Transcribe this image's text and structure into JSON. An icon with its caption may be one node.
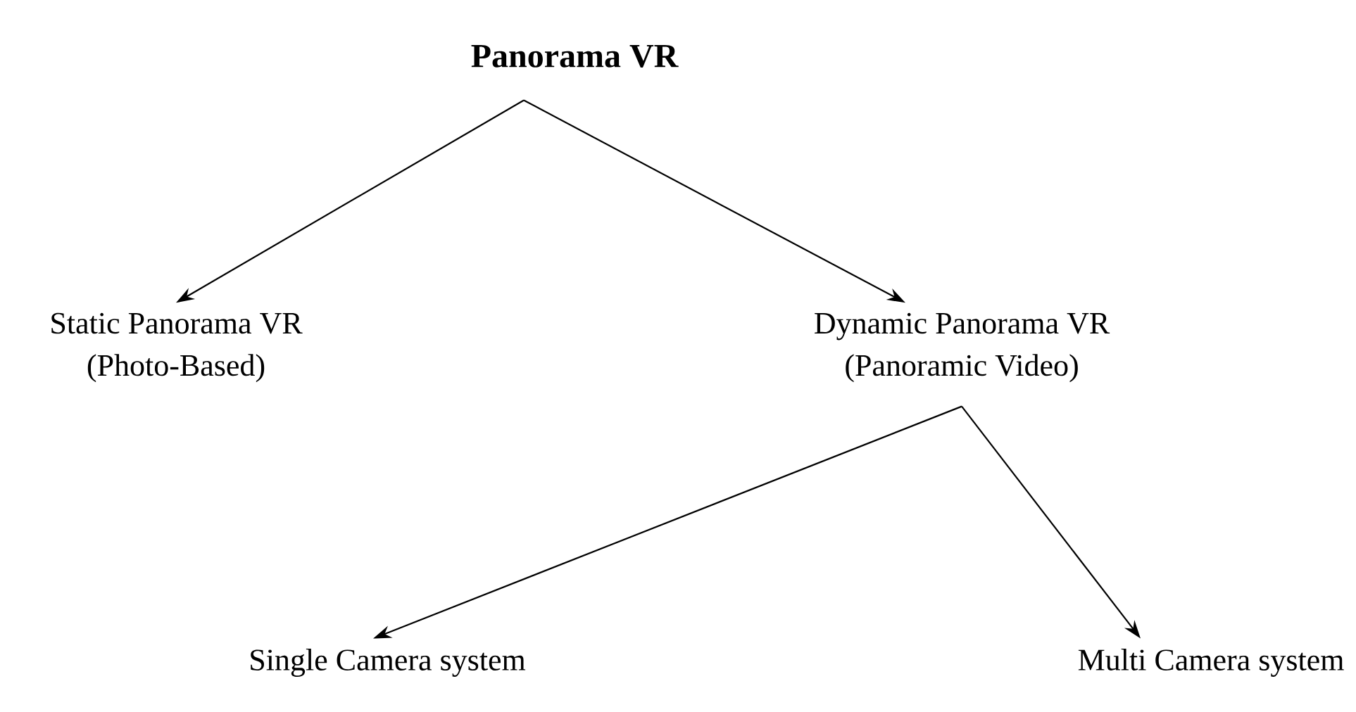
{
  "diagram": {
    "nodes": [
      {
        "text": [
          "Panorama VR"
        ]
      },
      {
        "text": [
          "Static Panorama VR",
          "(Photo-Based)"
        ]
      },
      {
        "text": [
          "Dynamic Panorama VR",
          "(Panoramic Video)"
        ]
      },
      {
        "text": [
          "Single Camera system"
        ]
      },
      {
        "text": [
          "Multi Camera system"
        ]
      }
    ],
    "edges": [
      {
        "from": 0,
        "to": 1,
        "arrow": "to"
      },
      {
        "from": 0,
        "to": 2,
        "arrow": "to"
      },
      {
        "from": 2,
        "to": 3,
        "arrow": "to"
      },
      {
        "from": 2,
        "to": 4,
        "arrow": "to"
      }
    ]
  }
}
